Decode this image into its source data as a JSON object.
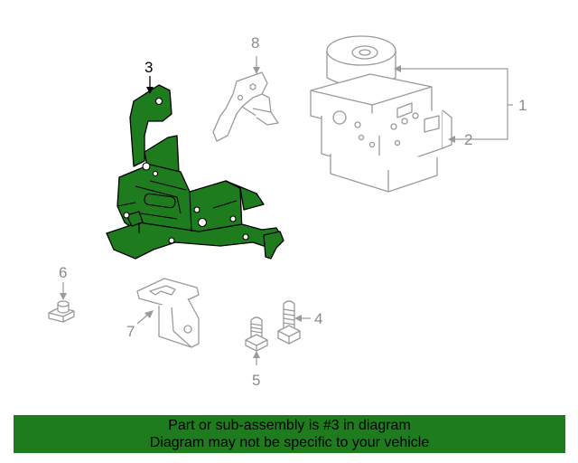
{
  "callouts": {
    "c1": "1",
    "c2": "2",
    "c3": "3",
    "c4": "4",
    "c5": "5",
    "c6": "6",
    "c7": "7",
    "c8": "8"
  },
  "highlighted_part": "3",
  "colors": {
    "highlight": "#1e7b1e",
    "outline": "#9a9a9a",
    "banner_bg": "#1e7b1e",
    "banner_text": "#000000"
  },
  "banner": {
    "line1": "Part or sub-assembly is #3 in diagram",
    "line2": "Diagram may not be specific to your vehicle"
  }
}
